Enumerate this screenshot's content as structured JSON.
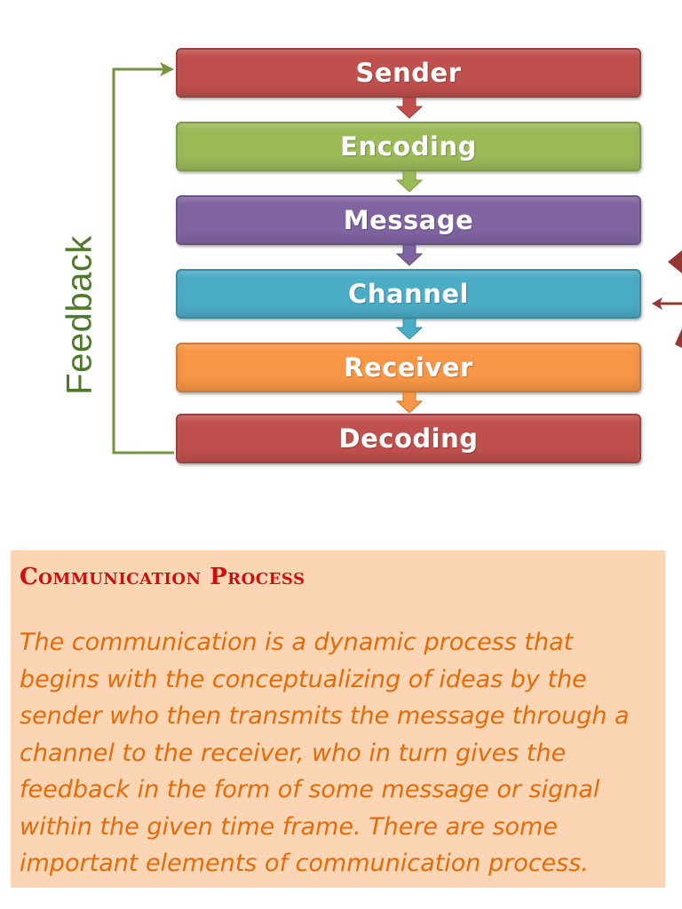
{
  "diagram": {
    "feedback_label": "Feedback",
    "stages": [
      {
        "label": "Sender",
        "color": "#c0504d"
      },
      {
        "label": "Encoding",
        "color": "#9bbb59"
      },
      {
        "label": "Message",
        "color": "#8064a2"
      },
      {
        "label": "Channel",
        "color": "#4bacc6"
      },
      {
        "label": "Receiver",
        "color": "#f79646"
      },
      {
        "label": "Decoding",
        "color": "#c0504d"
      }
    ],
    "feedback_line_color": "#77933c",
    "noise_arrow_color": "#953735"
  },
  "text_box": {
    "title": "Communication Process",
    "body": "The communication is a dynamic process that begins with the conceptualizing of ideas by the sender who then transmits the message through a channel to the receiver, who in turn gives the feedback in the form of some message or signal within the given time frame. There are some important elements of communication process.",
    "background": "#fcd5b5",
    "title_color": "#cc1010",
    "body_color": "#e36c09"
  }
}
